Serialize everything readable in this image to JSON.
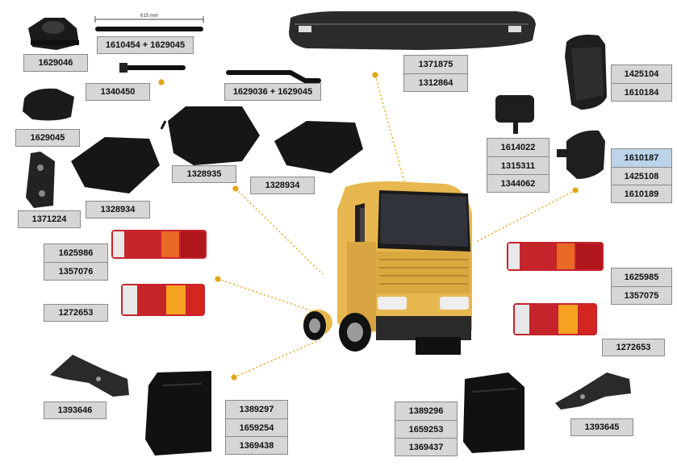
{
  "parts": {
    "bracket_1629046": "1629046",
    "rod_combo": "1610454 + 1629045",
    "rod_dimension": "615 mm",
    "part_1340450": "1340450",
    "rod_combo_2": "1629036 + 1629045",
    "bumper_1371875": "1371875",
    "bumper_1312864": "1312864",
    "mirror_1425104": "1425104",
    "mirror_1610184": "1610184",
    "pad_1629045": "1629045",
    "fender_1328935": "1328935",
    "fender_1328934_right": "1328934",
    "fender_1328934_left": "1328934",
    "bracket_1371224": "1371224",
    "small_mirror": [
      "1614022",
      "1315311",
      "1344062"
    ],
    "wide_mirror": [
      "1610187",
      "1425108",
      "1610189"
    ],
    "lamp_left_top": [
      "1625986",
      "1357076"
    ],
    "lamp_left_bottom": "1272653",
    "lamp_right_top": [
      "1625985",
      "1357075"
    ],
    "lamp_right_bottom": "1272653",
    "bracket_1393646": "1393646",
    "bracket_1393645": "1393645",
    "mudflap_left": [
      "1389297",
      "1659254",
      "1369438"
    ],
    "mudflap_right": [
      "1389296",
      "1659253",
      "1369437"
    ]
  }
}
